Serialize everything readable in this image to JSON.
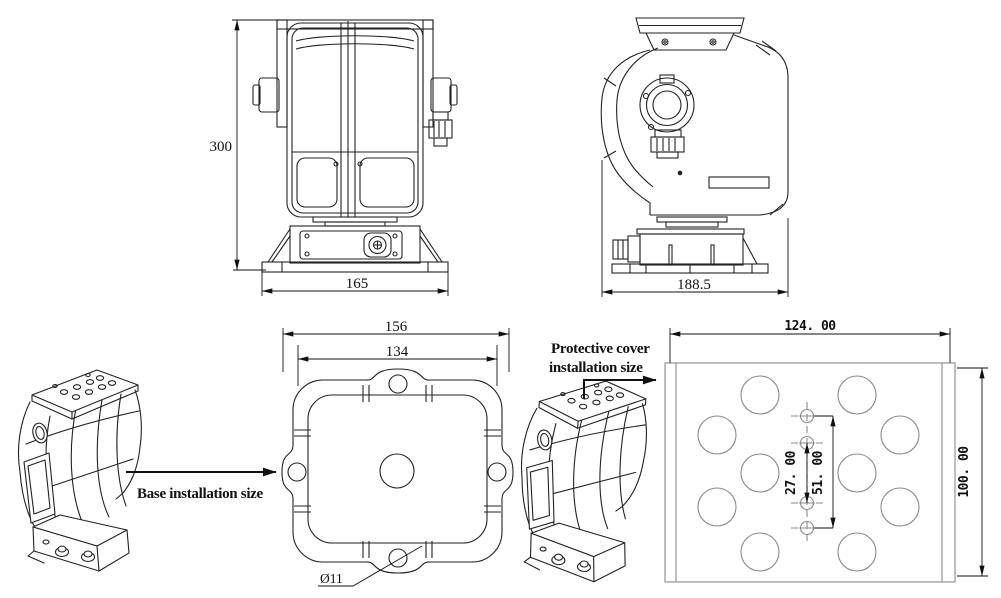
{
  "colors": {
    "line": "#222222",
    "dim_line": "#111111",
    "gray_line": "#8a8a8a",
    "background": "#ffffff"
  },
  "views": {
    "front": {
      "dims": {
        "height": "300",
        "base_width": "165"
      }
    },
    "side": {
      "dims": {
        "width": "188.5"
      }
    },
    "base_plate": {
      "label": "Base installation size",
      "dims": {
        "outer_width": "156",
        "hole_spacing": "134",
        "hole_diameter": "Ø11"
      }
    },
    "cover_plate": {
      "label_line1": "Protective cover",
      "label_line2": "installation size",
      "dims": {
        "width": "124. 00",
        "height": "100. 00",
        "pitch_inner": "27. 00",
        "pitch_outer": "51. 00"
      }
    }
  }
}
